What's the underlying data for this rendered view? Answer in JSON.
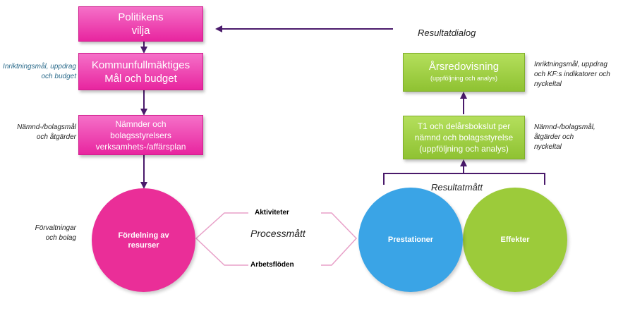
{
  "colors": {
    "pink": "#e8259f",
    "green": "#8fc232",
    "blue": "#3aa4e6",
    "arrow": "#4a1a6b",
    "bracket_line": "#e8a0c8"
  },
  "boxes": {
    "politikens_vilja": [
      "Politikens",
      "vilja"
    ],
    "kommunfullmaktiges": [
      "Kommunfullmäktiges",
      "Mål och budget"
    ],
    "namnder": [
      "Nämnder och",
      "bolagsstyrelsers",
      "verksamhets-/affärsplan"
    ],
    "arsredovisning": {
      "title": "Årsredovisning",
      "subtitle": "(uppföljning och analys)"
    },
    "t1": [
      "T1 och delårsbokslut per",
      "nämnd och bolagsstyrelse",
      "(uppföljning och analys)"
    ]
  },
  "circles": {
    "fordelning": [
      "Fördelning av",
      "resurser"
    ],
    "prestationer": "Prestationer",
    "effekter": "Effekter"
  },
  "labels": {
    "resultatdialog": "Resultatdialog",
    "resultatmatt": "Resultatmått",
    "processmatt": "Processmått",
    "aktiviteter": "Aktiviteter",
    "arbetsfloden": "Arbetsflöden"
  },
  "notes": {
    "left_1": [
      "Inriktningsmål, uppdrag",
      "och budget"
    ],
    "left_2": [
      "Nämnd-/bolagsmål",
      "och åtgärder"
    ],
    "left_3": [
      "Förvaltningar",
      "och bolag"
    ],
    "right_1": [
      "Inriktningsmål, uppdrag",
      "och KF:s indikatorer och",
      "nyckeltal"
    ],
    "right_2": [
      "Nämnd-/bolagsmål,",
      "åtgärder och",
      "nyckeltal"
    ]
  }
}
